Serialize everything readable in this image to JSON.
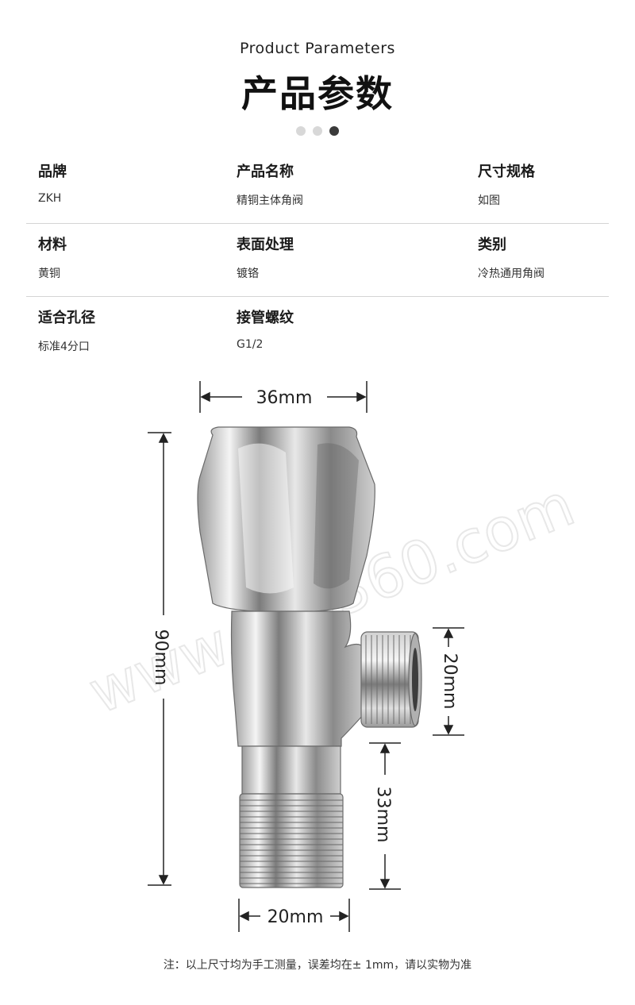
{
  "header": {
    "subtitle_en": "Product Parameters",
    "title_cn": "产品参数"
  },
  "params": [
    [
      {
        "label": "品牌",
        "value": "ZKH"
      },
      {
        "label": "产品名称",
        "value": "精铜主体角阀"
      },
      {
        "label": "尺寸规格",
        "value": "如图"
      }
    ],
    [
      {
        "label": "材料",
        "value": "黄铜"
      },
      {
        "label": "表面处理",
        "value": "镀铬"
      },
      {
        "label": "类别",
        "value": "冷热通用角阀"
      }
    ],
    [
      {
        "label": "适合孔径",
        "value": "标准4分口"
      },
      {
        "label": "接管螺纹",
        "value": "G1/2"
      }
    ]
  ],
  "dimensions": {
    "top_width": "36mm",
    "height": "90mm",
    "outlet_diameter": "20mm",
    "thread_length": "33mm",
    "bottom_width": "20mm"
  },
  "watermark": "www.zkh360.com",
  "footer_note": "注：以上尺寸均为手工测量，误差均在± 1mm，请以实物为准",
  "colors": {
    "accent_dark": "#3a3a3a",
    "dot_light": "#d8d8d8",
    "divider": "#d4d4d4"
  }
}
